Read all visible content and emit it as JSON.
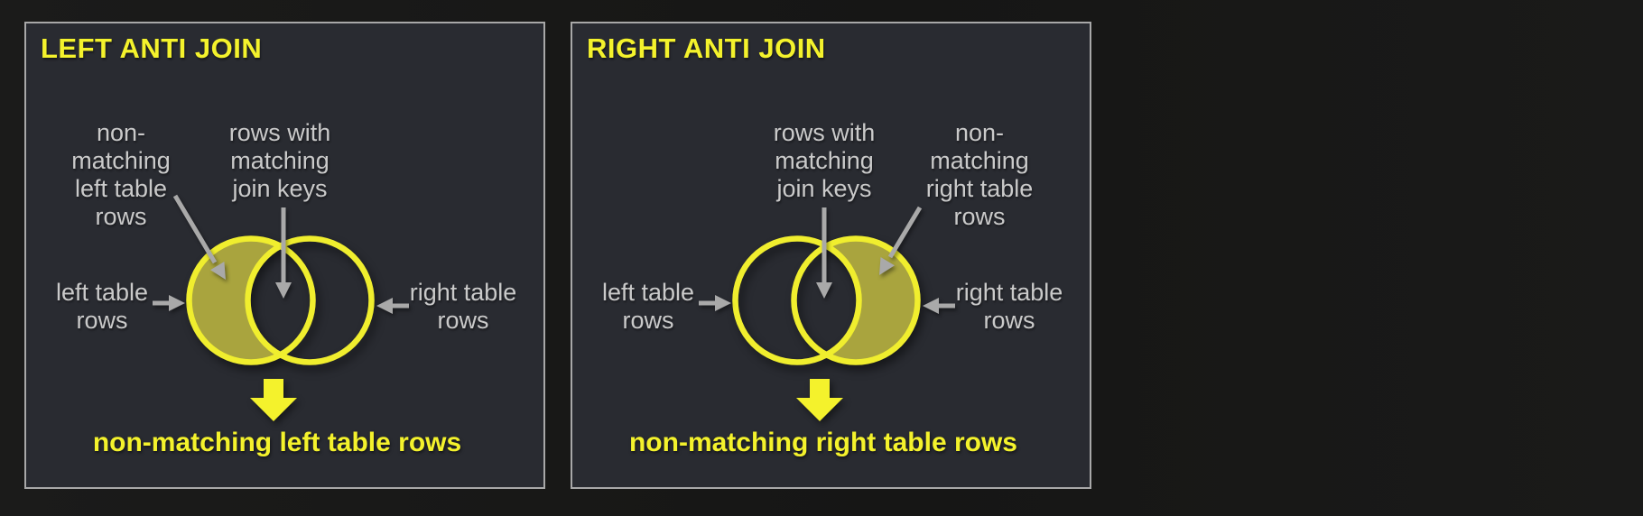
{
  "colors": {
    "page_bg": "#181817",
    "panel_bg": "#292b31",
    "panel_border": "#a8a8a8",
    "accent_yellow": "#f4f22c",
    "venn_stroke": "#f0ee2e",
    "crescent_fill": "#a9a43e",
    "label_gray": "#cacaca",
    "arrow_gray": "#a9a9a9"
  },
  "panels": [
    {
      "title": "LEFT ANTI JOIN",
      "shaded_region": "left",
      "labels": {
        "nonmatching_callout": "non-\nmatching\nleft table\nrows",
        "matching_callout": "rows with\nmatching\njoin keys",
        "left_circle": "left table\nrows",
        "right_circle": "right table\nrows"
      },
      "result_caption": "non-matching left table rows"
    },
    {
      "title": "RIGHT ANTI JOIN",
      "shaded_region": "right",
      "labels": {
        "nonmatching_callout": "non-\nmatching\nright table\nrows",
        "matching_callout": "rows with\nmatching\njoin keys",
        "left_circle": "left table\nrows",
        "right_circle": "right table\nrows"
      },
      "result_caption": "non-matching right table rows"
    }
  ]
}
